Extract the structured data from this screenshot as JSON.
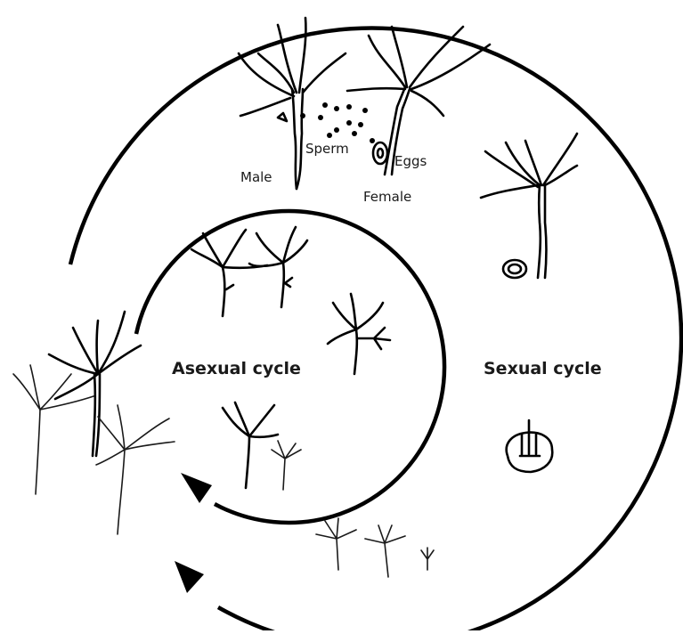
{
  "title": "",
  "cycles": {
    "asexual": "Asexual cycle",
    "sexual": "Sexual cycle"
  },
  "sexual_labels": {
    "male": "Male",
    "female": "Female",
    "sperm": "Sperm",
    "eggs": "Eggs"
  }
}
